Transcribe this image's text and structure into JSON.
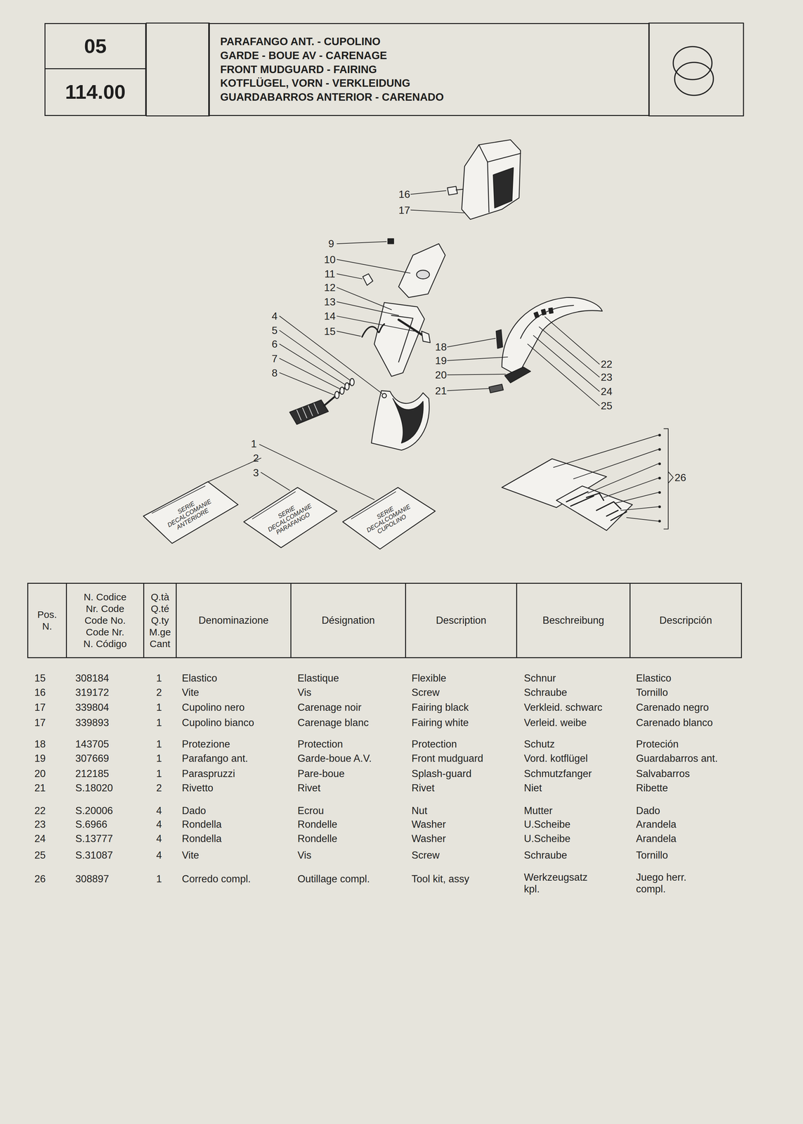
{
  "diagram": {
    "nodes": [
      {
        "text": [
          "05"
        ]
      },
      {
        "text": [
          "114.00"
        ]
      },
      {
        "text": [
          "PARAFANGO ANT. - CUPOLINO",
          "GARDE - BOUE AV - CARENAGE",
          "FRONT MUDGUARD - FAIRING",
          "KOTFLÜGEL, VORN - VERKLEIDUNG",
          "GUARDABARROS ANTERIOR - CARENADO"
        ]
      },
      {
        "text": [
          "Pos.",
          "N."
        ]
      },
      {
        "text": [
          "N. Codice",
          "Nr. Code",
          "Code No.",
          "Code Nr.",
          "N. Código"
        ]
      },
      {
        "text": [
          "Q.tà",
          "Q.té",
          "Q.ty",
          "M.ge",
          "Cant"
        ]
      },
      {
        "text": [
          "Denominazione"
        ]
      },
      {
        "text": [
          "Désignation"
        ]
      },
      {
        "text": [
          "Description"
        ]
      },
      {
        "text": [
          "Beschreibung"
        ]
      },
      {
        "text": [
          "Descripción"
        ]
      }
    ],
    "labels": [
      "16",
      "17",
      "9",
      "10",
      "11",
      "12",
      "13",
      "14",
      "15",
      "4",
      "5",
      "6",
      "7",
      "8",
      "18",
      "19",
      "20",
      "21",
      "22",
      "23",
      "24",
      "25",
      "1",
      "2",
      "3",
      "26",
      "SERIE DECALCOMANIE ANTERIORE",
      "SERIE DECALCOMANIE PARAFANGO",
      "SERIE DECALCOMANIE CUPOLINO",
      "15",
      "308184",
      "1",
      "Elastico",
      "Elastique",
      "Flexible",
      "Schnur",
      "Elastico",
      "16",
      "319172",
      "2",
      "Vite",
      "Vis",
      "Screw",
      "Schraube",
      "Tornillo",
      "17",
      "339804",
      "1",
      "Cupolino nero",
      "Carenage noir",
      "Fairing black",
      "Verkleid. schwarc",
      "Carenado negro",
      "17",
      "339893",
      "1",
      "Cupolino bianco",
      "Carenage blanc",
      "Fairing white",
      "Verleid. weibe",
      "Carenado blanco",
      "18",
      "143705",
      "1",
      "Protezione",
      "Protection",
      "Protection",
      "Schutz",
      "Proteción",
      "19",
      "307669",
      "1",
      "Parafango ant.",
      "Garde-boue A.V.",
      "Front mudguard",
      "Vord. kotflügel",
      "Guardabarros ant.",
      "20",
      "212185",
      "1",
      "Paraspruzzi",
      "Pare-boue",
      "Splash-guard",
      "Schmutzfanger",
      "Salvabarros",
      "21",
      "S.18020",
      "2",
      "Rivetto",
      "Rivet",
      "Rivet",
      "Niet",
      "Ribette",
      "22",
      "S.20006",
      "4",
      "Dado",
      "Ecrou",
      "Nut",
      "Mutter",
      "Dado",
      "23",
      "S.6966",
      "4",
      "Rondella",
      "Rondelle",
      "Washer",
      "U.Scheibe",
      "Arandela",
      "24",
      "S.13777",
      "4",
      "Rondella",
      "Rondelle",
      "Washer",
      "U.Scheibe",
      "Arandela",
      "25",
      "S.31087",
      "4",
      "Vite",
      "Vis",
      "Screw",
      "Schraube",
      "Tornillo",
      "26",
      "308897",
      "1",
      "Corredo compl.",
      "Outillage compl.",
      "Tool kit, assy",
      "Werkzeugsatz kpl.",
      "Juego herr. compl."
    ]
  }
}
